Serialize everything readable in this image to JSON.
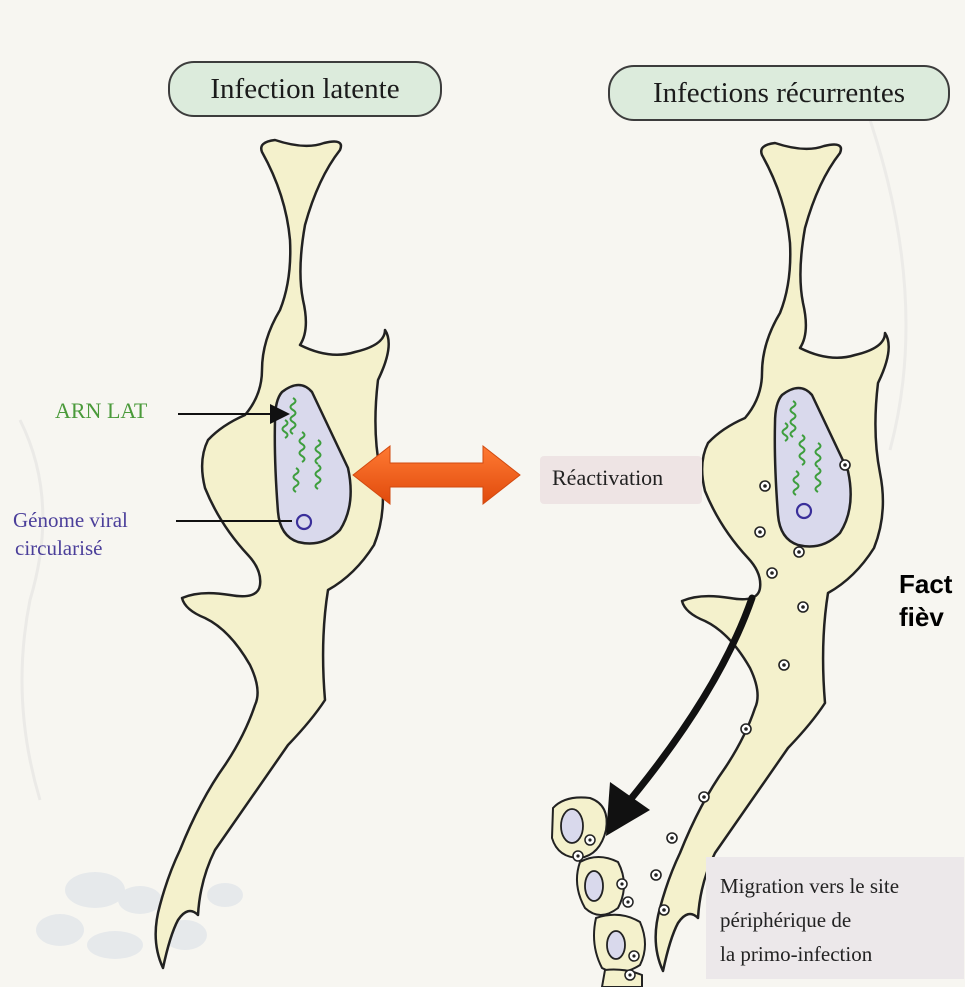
{
  "titles": {
    "latent": "Infection latente",
    "recurrent": "Infections récurrentes"
  },
  "labels": {
    "arn_lat": "ARN LAT",
    "genome_line1": "Génome viral",
    "genome_line2": "circularisé",
    "reactivation": "Réactivation",
    "facteur_line1": "Fact",
    "facteur_line2": "fièv",
    "migration_line1": "Migration vers le site",
    "migration_line2": "périphérique de",
    "migration_line3": "la primo-infection"
  },
  "colors": {
    "neuron_fill": "#f4f1cc",
    "neuron_stroke": "#222222",
    "nucleus_fill": "#d9d9ec",
    "rna_green": "#3e9e3e",
    "genome_purple": "#3a2f9a",
    "arrow_orange": "#ee5511",
    "title_fill": "#dcebdc"
  }
}
